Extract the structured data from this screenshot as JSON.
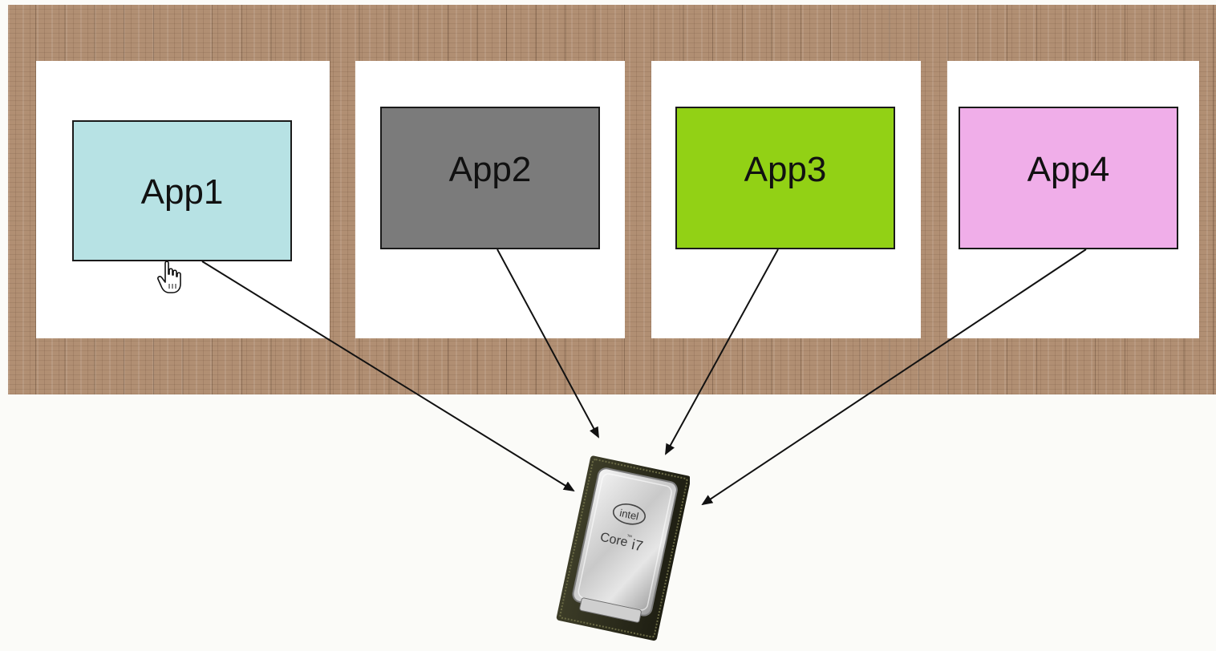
{
  "apps": [
    {
      "label": "App1",
      "color": "#b7e2e4"
    },
    {
      "label": "App2",
      "color": "#7b7b7b"
    },
    {
      "label": "App3",
      "color": "#92d115"
    },
    {
      "label": "App4",
      "color": "#f0aee9"
    }
  ],
  "cpu": {
    "brand": "intel",
    "model_prefix": "Core",
    "trademark": "™",
    "model_suffix": "i7"
  },
  "colors": {
    "wood": "#b18f73",
    "panel": "#ffffff",
    "arrow": "#111111"
  },
  "icons": {
    "cursor": "hand-pointer-icon",
    "processor": "cpu-chip-icon"
  }
}
